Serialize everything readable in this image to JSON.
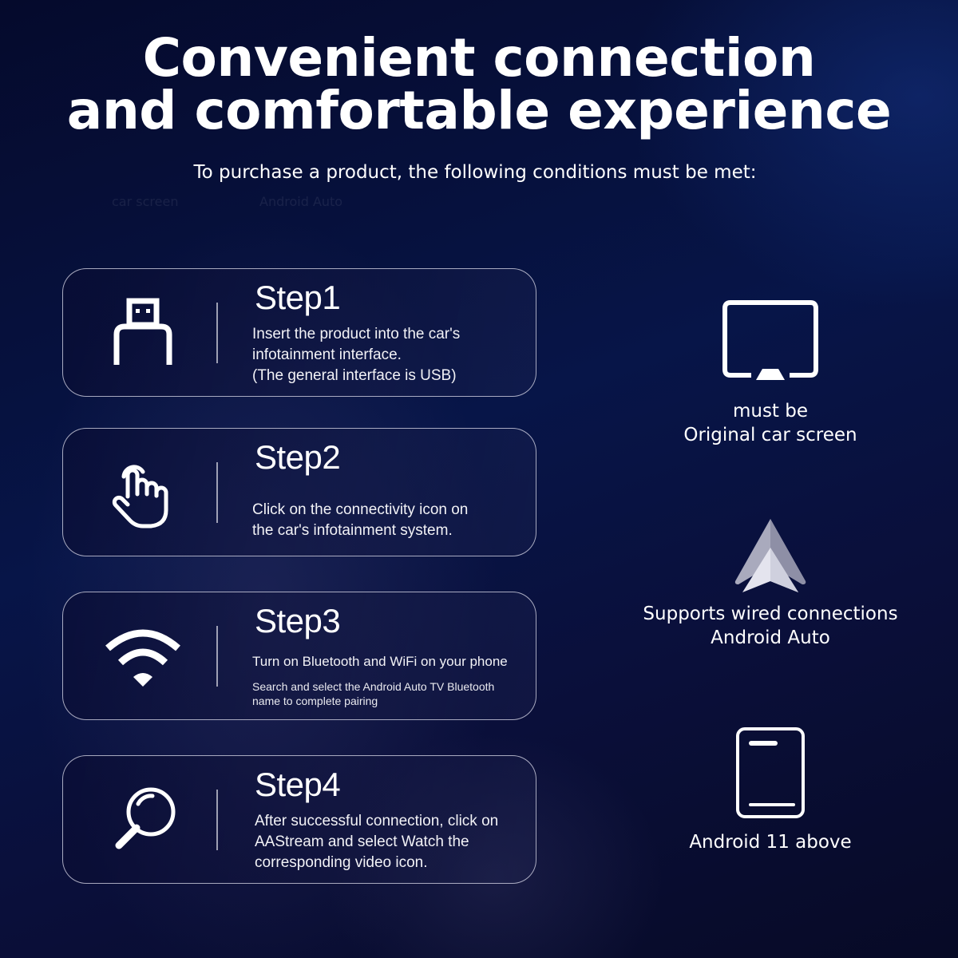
{
  "header": {
    "title_line1": "Convenient connection",
    "title_line2": "and comfortable experience",
    "subtitle": "To purchase a product, the following conditions must be met:",
    "ghost_text_left": "car screen",
    "ghost_text_right": "Android Auto"
  },
  "steps": [
    {
      "title": "Step1",
      "icon": "usb-icon",
      "lines": [
        "Insert the product into the car's",
        "infotainment interface.",
        "(The general interface is USB)"
      ]
    },
    {
      "title": "Step2",
      "icon": "tap-hand-icon",
      "lines": [
        "Click on the connectivity icon on",
        "the car's infotainment system."
      ]
    },
    {
      "title": "Step3",
      "icon": "wifi-icon",
      "main_line": "Turn on Bluetooth and WiFi on your phone",
      "small_lines": [
        "Search and select the Android Auto TV Bluetooth",
        "name to complete pairing"
      ]
    },
    {
      "title": "Step4",
      "icon": "search-icon",
      "lines": [
        "After successful connection, click on",
        "AAStream and select Watch the",
        "corresponding video icon."
      ]
    }
  ],
  "requirements": [
    {
      "icon": "monitor-icon",
      "lines": [
        "must be",
        "Original car screen"
      ]
    },
    {
      "icon": "android-auto-icon",
      "lines": [
        "Supports wired connections",
        "Android Auto"
      ]
    },
    {
      "icon": "phone-icon",
      "lines": [
        "Android 11 above"
      ]
    }
  ],
  "colors": {
    "background": "#071548",
    "text": "#ffffff",
    "card_border": "#dcdceb"
  }
}
